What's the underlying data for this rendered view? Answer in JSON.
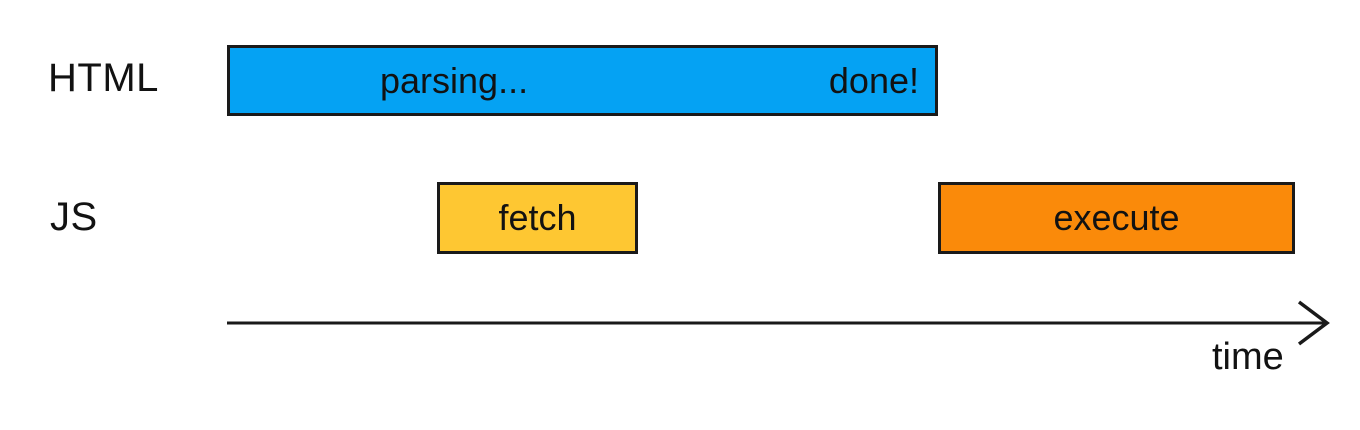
{
  "diagram": {
    "kind": "script-loading-timeline",
    "rows": [
      {
        "id": "html",
        "label": "HTML"
      },
      {
        "id": "js",
        "label": "JS"
      }
    ],
    "bars": [
      {
        "id": "parsing",
        "row": "HTML",
        "label_left": "parsing...",
        "label_right": "done!",
        "color": "#05a2f3"
      },
      {
        "id": "fetch",
        "row": "JS",
        "label": "fetch",
        "color": "#fec732"
      },
      {
        "id": "execute",
        "row": "JS",
        "label": "execute",
        "color": "#fa8a0a"
      }
    ],
    "axis": {
      "label": "time"
    },
    "colors": {
      "ink": "#1a1a1a",
      "background": "#ffffff"
    }
  }
}
